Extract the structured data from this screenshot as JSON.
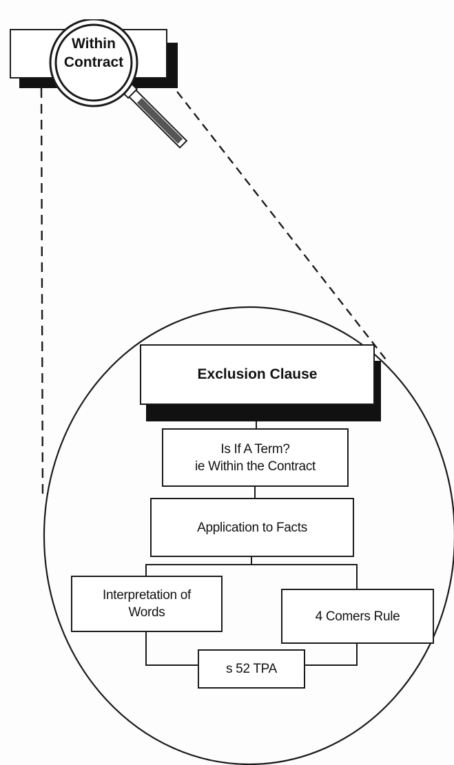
{
  "callout": {
    "label": "Within\nContract"
  },
  "diagram": {
    "root": "Exclusion Clause",
    "step1": "Is If A Term?\nie Within the Contract",
    "step2": "Application to Facts",
    "left_branch": "Interpretation of\nWords",
    "right_branch": "4 Comers Rule",
    "bottom": "s 52 TPA"
  },
  "colors": {
    "ink": "#1a1a1a",
    "paper": "#fdfdfd",
    "magnifier_handle": "#444444"
  },
  "icons": [
    "magnifying-glass-icon"
  ]
}
